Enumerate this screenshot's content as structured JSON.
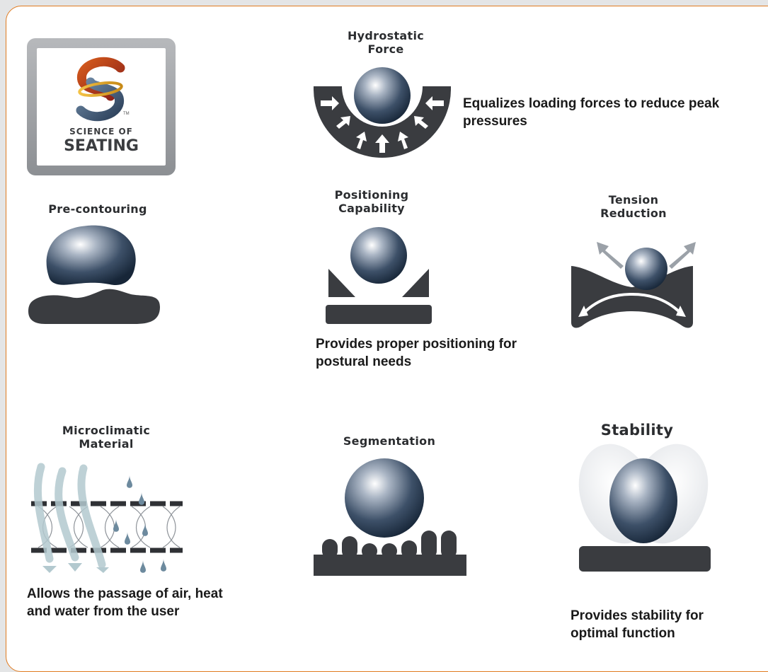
{
  "logo": {
    "line1": "SCIENCE OF",
    "line2": "SEATING",
    "tm": "TM"
  },
  "features": {
    "hydrostatic": {
      "title_l1": "Hydrostatic",
      "title_l2": "Force",
      "caption": "Equalizes loading forces to reduce peak pressures"
    },
    "precontouring": {
      "title_l1": "Pre-contouring"
    },
    "positioning": {
      "title_l1": "Positioning",
      "title_l2": "Capability",
      "caption": "Provides proper positioning for postural needs"
    },
    "tension": {
      "title_l1": "Tension",
      "title_l2": "Reduction"
    },
    "microclimatic": {
      "title_l1": "Microclimatic",
      "title_l2": "Material",
      "caption": "Allows the passage of air, heat and water from the user"
    },
    "segmentation": {
      "title_l1": "Segmentation"
    },
    "stability": {
      "title_l1": "Stability",
      "caption": "Provides stability for optimal function"
    }
  },
  "colors": {
    "border": "#e07a1f",
    "dark_gray": "#3a3c40",
    "sphere_dark": "#1f3147",
    "sphere_light": "#ffffff"
  }
}
